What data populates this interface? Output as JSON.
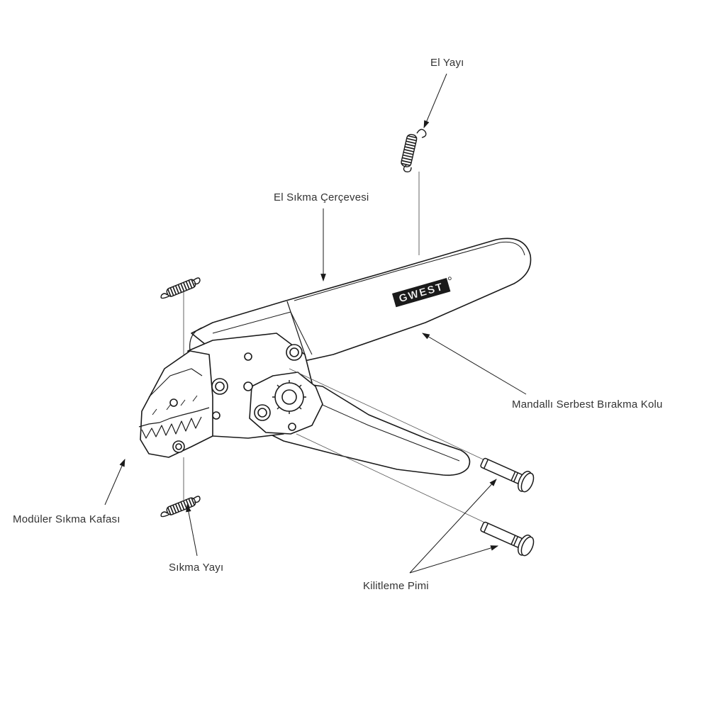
{
  "brand": "GWEST",
  "labels": {
    "hand_spring": "El Yayı",
    "hand_frame": "El Sıkma Çerçevesi",
    "release_lever": "Mandallı Serbest Bırakma Kolu",
    "crimp_head": "Modüler Sıkma Kafası",
    "crimp_spring": "Sıkma Yayı",
    "locking_pin": "Kilitleme Pimi"
  },
  "colors": {
    "line": "#1a1a1a",
    "leader": "#444444",
    "text": "#333333",
    "fill": "#ffffff",
    "shade": "#e8e8e8"
  }
}
